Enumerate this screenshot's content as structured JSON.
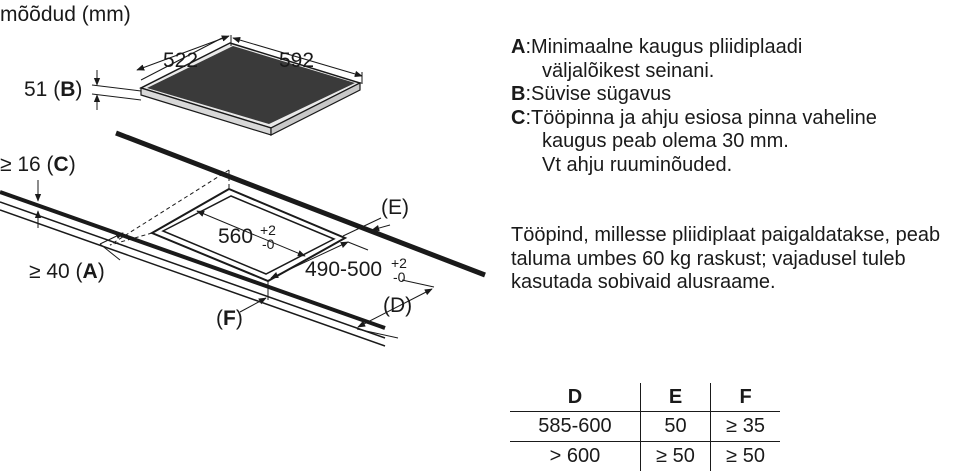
{
  "units_label": "mõõdud (mm)",
  "hob": {
    "width": "522",
    "depth": "592",
    "height": "51",
    "height_ref": "B"
  },
  "worktop": {
    "min_thickness": "≥ 16",
    "thickness_ref": "C",
    "edge_distance": "≥ 40",
    "edge_ref": "A"
  },
  "cutout": {
    "width": "560",
    "width_tol_upper": "+2",
    "width_tol_lower": "-0",
    "depth": "490-500",
    "depth_tol_upper": "+2",
    "depth_tol_lower": "-0",
    "ref_e": "E",
    "ref_d": "D",
    "ref_f": "F"
  },
  "legend": [
    {
      "key": "A",
      "lines": [
        "Minimaalne kaugus pliidiplaadi",
        "väljalõikest seinani."
      ]
    },
    {
      "key": "B",
      "lines": [
        "Süvise sügavus"
      ]
    },
    {
      "key": "C",
      "lines": [
        "Tööpinna ja ahju esiosa pinna vaheline",
        "kaugus peab olema 30 mm.",
        "Vt ahju ruuminõuded."
      ]
    }
  ],
  "note": "Tööpind, millesse pliidiplaat paigaldatakse, peab taluma umbes 60 kg raskust; vajadusel tuleb kasutada sobivaid alusraame.",
  "table": {
    "headers": [
      "D",
      "E",
      "F"
    ],
    "rows": [
      [
        "585-600",
        "50",
        "≥ 35"
      ],
      [
        "> 600",
        "≥ 50",
        "≥ 50"
      ]
    ]
  }
}
